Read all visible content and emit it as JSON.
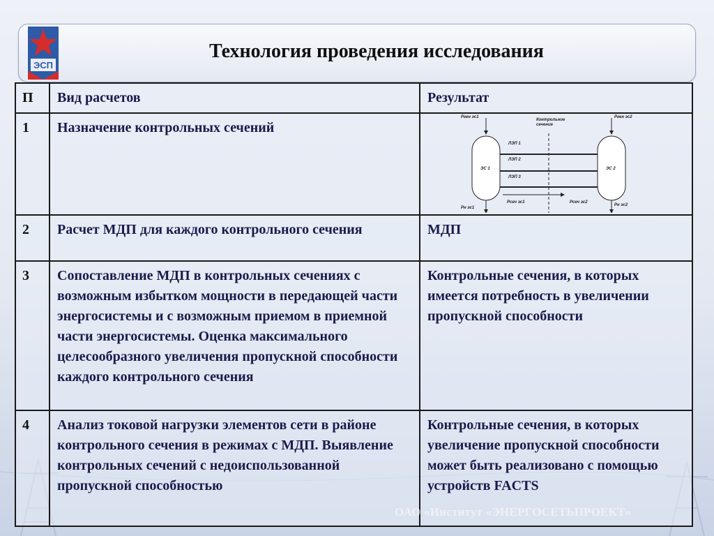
{
  "title": "Технология проведения исследования",
  "colors": {
    "text": "#1b1b4a",
    "border": "#1a1a1a",
    "logo_blue": "#2d5ba8",
    "logo_red": "#d62c2c"
  },
  "table": {
    "headers": {
      "num": "П",
      "type": "Вид расчетов",
      "result": "Результат"
    },
    "rows": [
      {
        "num": "1",
        "type": "Назначение контрольных сечений",
        "result": ""
      },
      {
        "num": "2",
        "type": "Расчет МДП для каждого контрольного сечения",
        "result": "МДП"
      },
      {
        "num": "3",
        "type": "Сопоставление МДП в контрольных сечениях с возможным избытком мощности в передающей части энергосистемы и с возможным приемом в приемной части энергосистемы. Оценка максимального целесообразного увеличения пропускной способности каждого контрольного сечения",
        "result": "Контрольные сечения, в которых имеется потребность в увеличении пропускной способности"
      },
      {
        "num": "4",
        "type": "Анализ токовой нагрузки элементов сети в районе контрольного сечения в режимах с МДП. Выявление контрольных сечений с недоиспользованной пропускной способностью",
        "result": "Контрольные сечения, в которых увеличение пропускной способности может быть реализовано с помощью устройств FACTS"
      }
    ]
  },
  "diagram": {
    "gen1": "Рген эс1",
    "gen2": "Рген эс2",
    "section_line1": "Контрольное",
    "section_line2": "сечение",
    "line1": "ЛЭП 1",
    "line2": "ЛЭП 2",
    "line3": "ЛЭП 3",
    "es1": "ЭС 1",
    "es2": "ЭС 2",
    "flow1": "Рсеч эс1",
    "flow2": "Рсеч эс2",
    "load1": "Рн эс1",
    "load2": "Рн эс2"
  },
  "logo_text": "ЭСП",
  "watermark": "ОАО «Институт «ЭНЕРГОСЕТЬПРОЕКТ»"
}
